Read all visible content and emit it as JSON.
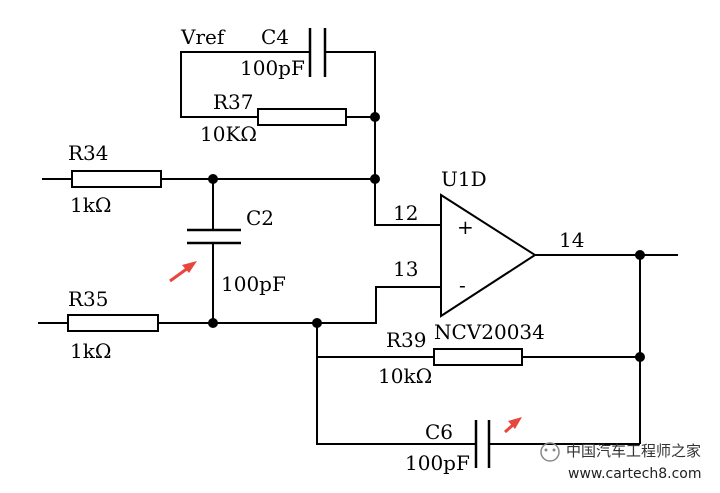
{
  "labels": {
    "vref": "Vref",
    "c4_name": "C4",
    "c4_value": "100pF",
    "r37_name": "R37",
    "r37_value": "10KΩ",
    "r34_name": "R34",
    "r34_value": "1kΩ",
    "c2_name": "C2",
    "c2_value": "100pF",
    "r35_name": "R35",
    "r35_value": "1kΩ",
    "u1d_name": "U1D",
    "pin_noninv": "12",
    "pin_inv": "13",
    "pin_out": "14",
    "plus_sign": "+",
    "minus_sign": "-",
    "opamp_part": "NCV20034",
    "r39_name": "R39",
    "r39_value": "10kΩ",
    "c6_name": "C6",
    "c6_value": "100pF"
  },
  "watermark": {
    "title": "中国汽车工程师之家",
    "url": "www.cartech8.com"
  },
  "colors": {
    "wire": "#000000",
    "arrow": "#e8463c",
    "background": "#ffffff"
  }
}
